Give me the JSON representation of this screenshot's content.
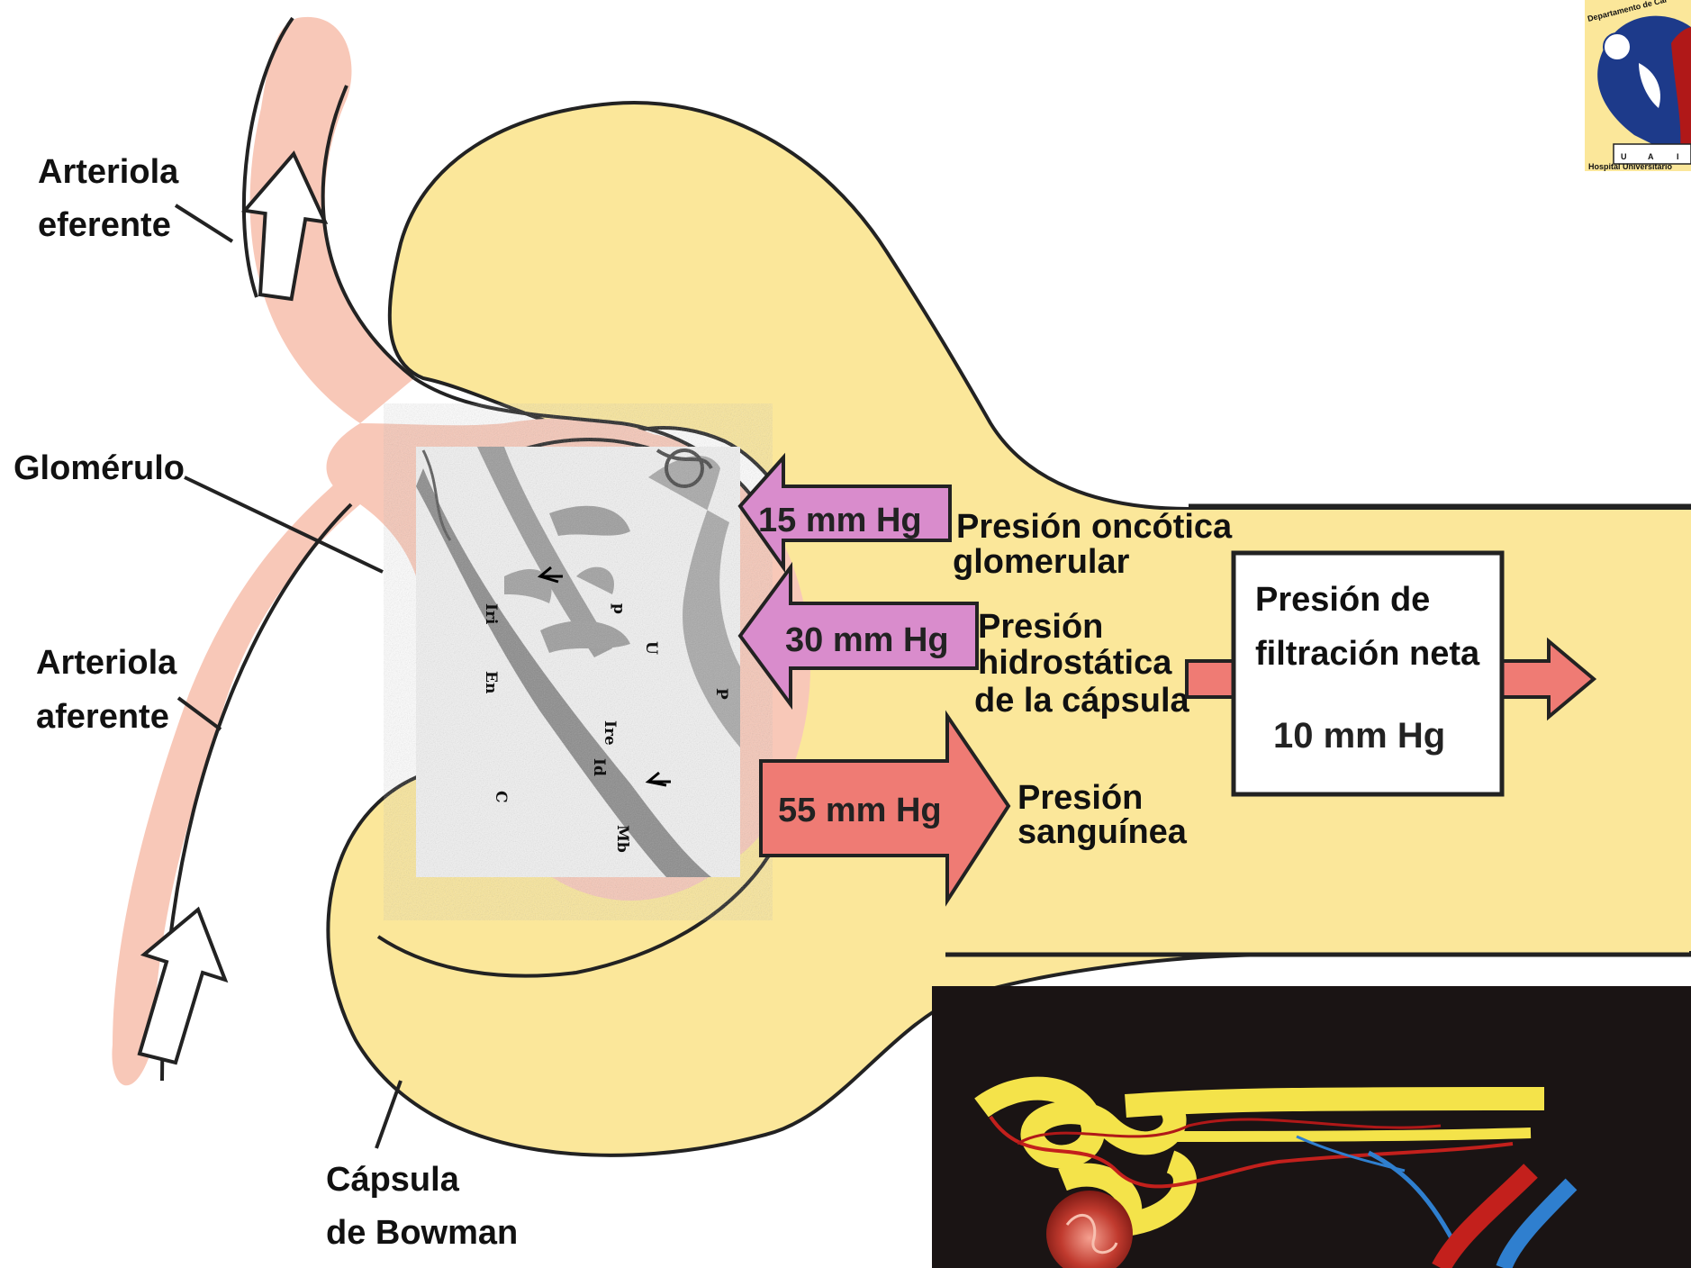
{
  "labels": {
    "efferent_1": "Arteriola",
    "efferent_2": "eferente",
    "glomerulus": "Glomérulo",
    "afferent_1": "Arteriola",
    "afferent_2": "aferente",
    "bowman_1": "Cápsula",
    "bowman_2": "de Bowman"
  },
  "pressures": [
    {
      "value": "15 mm Hg",
      "desc_1": "Presión oncótica",
      "desc_2": "glomerular",
      "desc_3": ""
    },
    {
      "value": "30 mm Hg",
      "desc_1": "Presión",
      "desc_2": "hidrostática",
      "desc_3": "de la cápsula"
    },
    {
      "value": "55 mm Hg",
      "desc_1": "Presión",
      "desc_2": "sanguínea",
      "desc_3": ""
    }
  ],
  "net_box": {
    "line_1": "Presión de",
    "line_2": "filtración neta",
    "value": "10 mm Hg"
  },
  "micrograph_labels": [
    "Iri",
    "En",
    "p",
    "U",
    "P",
    "Ire",
    "Id",
    "C",
    "Mb"
  ],
  "logo": {
    "arc_text": "Departamento de Car",
    "letters": [
      "U",
      "A",
      "I"
    ],
    "caption": "Hospital Universitario"
  },
  "colors": {
    "capsule_yellow": "#fbe79a",
    "vessel_pink": "#f8c8b8",
    "arrow_purple": "#d98ccc",
    "arrow_red": "#ef7b74",
    "logo_blue": "#1d3a8a",
    "logo_red": "#b01818"
  },
  "icons": {
    "flow_arrows": "block-arrow-up-icon",
    "nephron_inset": "nephron-illustration"
  }
}
